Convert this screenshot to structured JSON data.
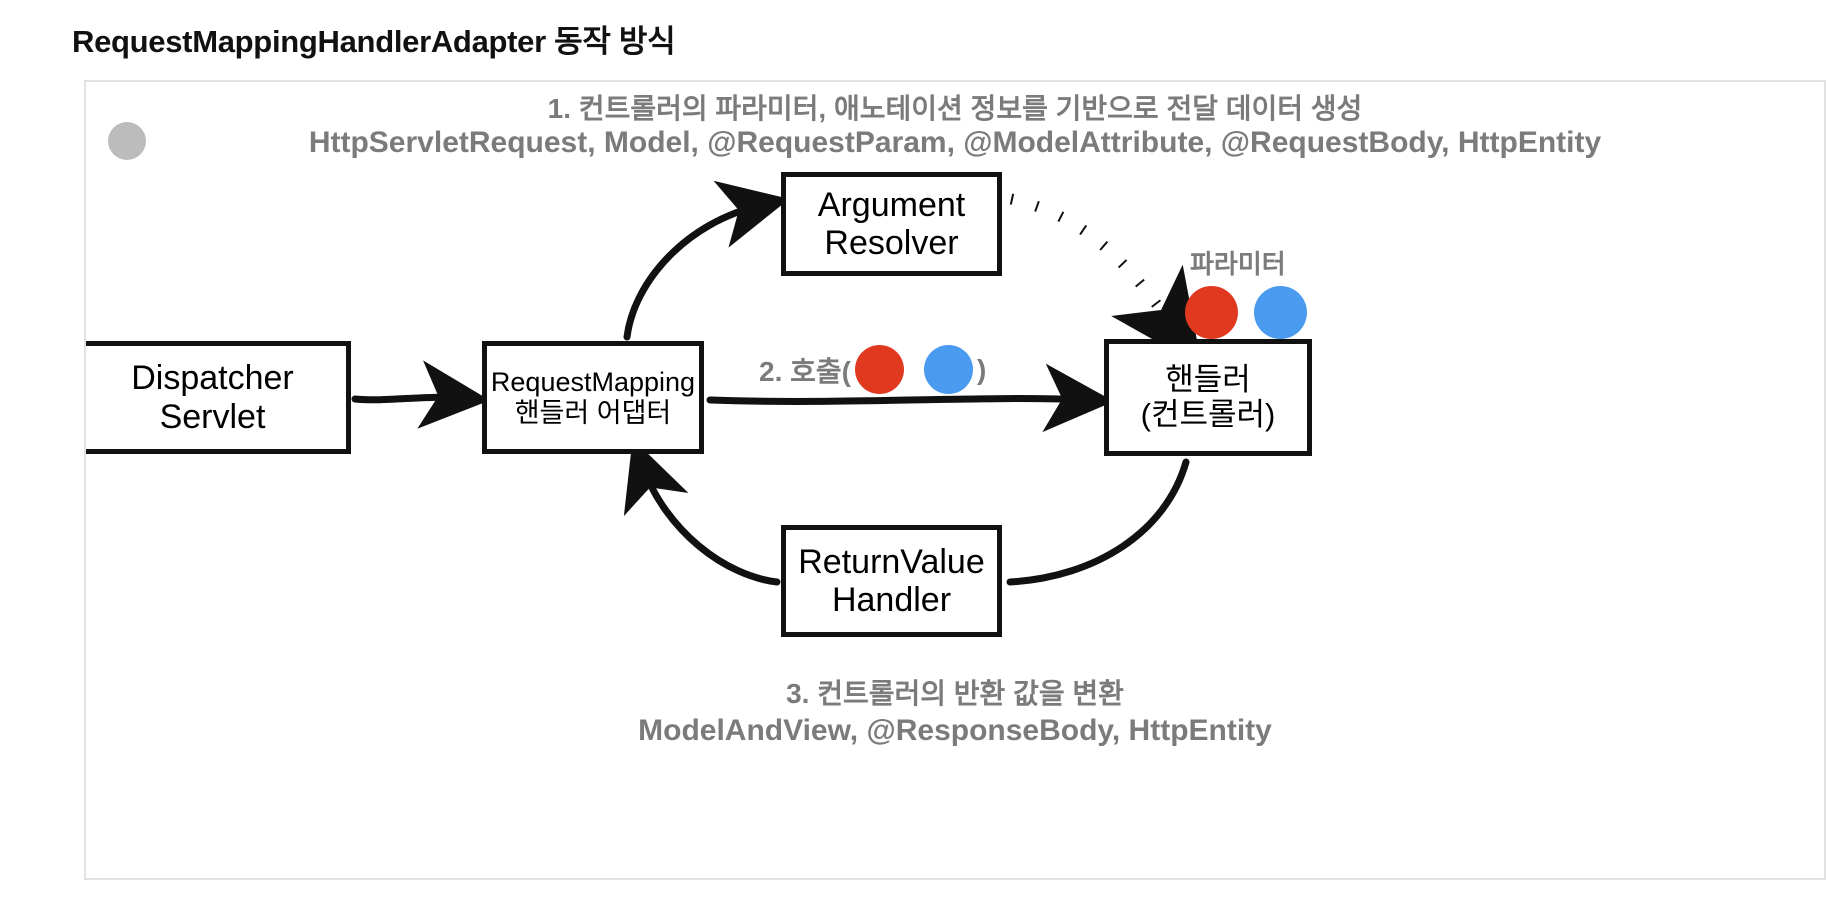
{
  "title": "RequestMappingHandlerAdapter 동작 방식",
  "annotations": {
    "top_step": "1. 컨트롤러의 파라미터, 애노테이션 정보를 기반으로 전달 데이터 생성",
    "top_types": "HttpServletRequest, Model, @RequestParam, @ModelAttribute, @RequestBody, HttpEntity",
    "bottom_step": "3. 컨트롤러의 반환 값을 변환",
    "bottom_types": "ModelAndView, @ResponseBody, HttpEntity",
    "parameter_label": "파라미터"
  },
  "call_label": {
    "prefix": "2. 호출(",
    "suffix": ")"
  },
  "nodes": {
    "dispatcher": {
      "line1": "Dispatcher",
      "line2": "Servlet"
    },
    "request_mapping_adapter": {
      "line1": "RequestMapping",
      "line2": "핸들러 어댑터"
    },
    "argument_resolver": {
      "line1": "Argument",
      "line2": "Resolver"
    },
    "return_value_handler": {
      "line1": "ReturnValue",
      "line2": "Handler"
    },
    "handler": {
      "line1": "핸들러",
      "line2": "(컨트롤러)"
    }
  },
  "colors": {
    "dot_red": "#e0391f",
    "dot_blue": "#4a9bf0",
    "annotation_gray": "#7b7b7b",
    "stroke_black": "#111111",
    "frame_border": "#e2e2e2",
    "corner_bullet_gray": "#bcbcbc"
  }
}
